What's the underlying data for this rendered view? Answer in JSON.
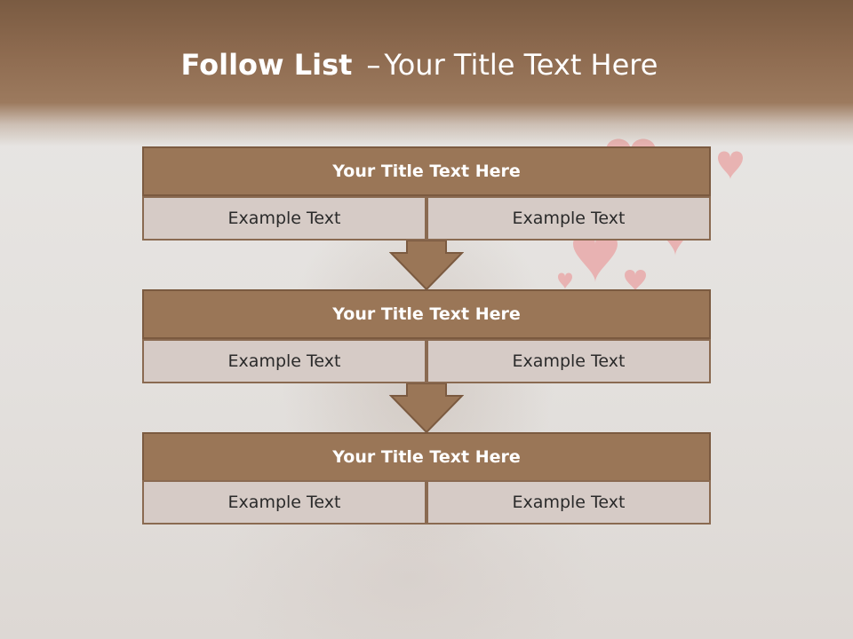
{
  "slide": {
    "title_bold": "Follow List",
    "title_separator": "–",
    "title_rest": "Your Title Text Here"
  },
  "steps": [
    {
      "title": "Your Title Text Here",
      "left": "Example Text",
      "right": "Example Text"
    },
    {
      "title": "Your Title Text Here",
      "left": "Example Text",
      "right": "Example Text"
    },
    {
      "title": "Your Title Text Here",
      "left": "Example Text",
      "right": "Example Text"
    }
  ],
  "colors": {
    "header": "#8d6a4f",
    "title_bar": "#9a7657",
    "cell": "#d6cbc6",
    "heart": "#e89a9a"
  }
}
